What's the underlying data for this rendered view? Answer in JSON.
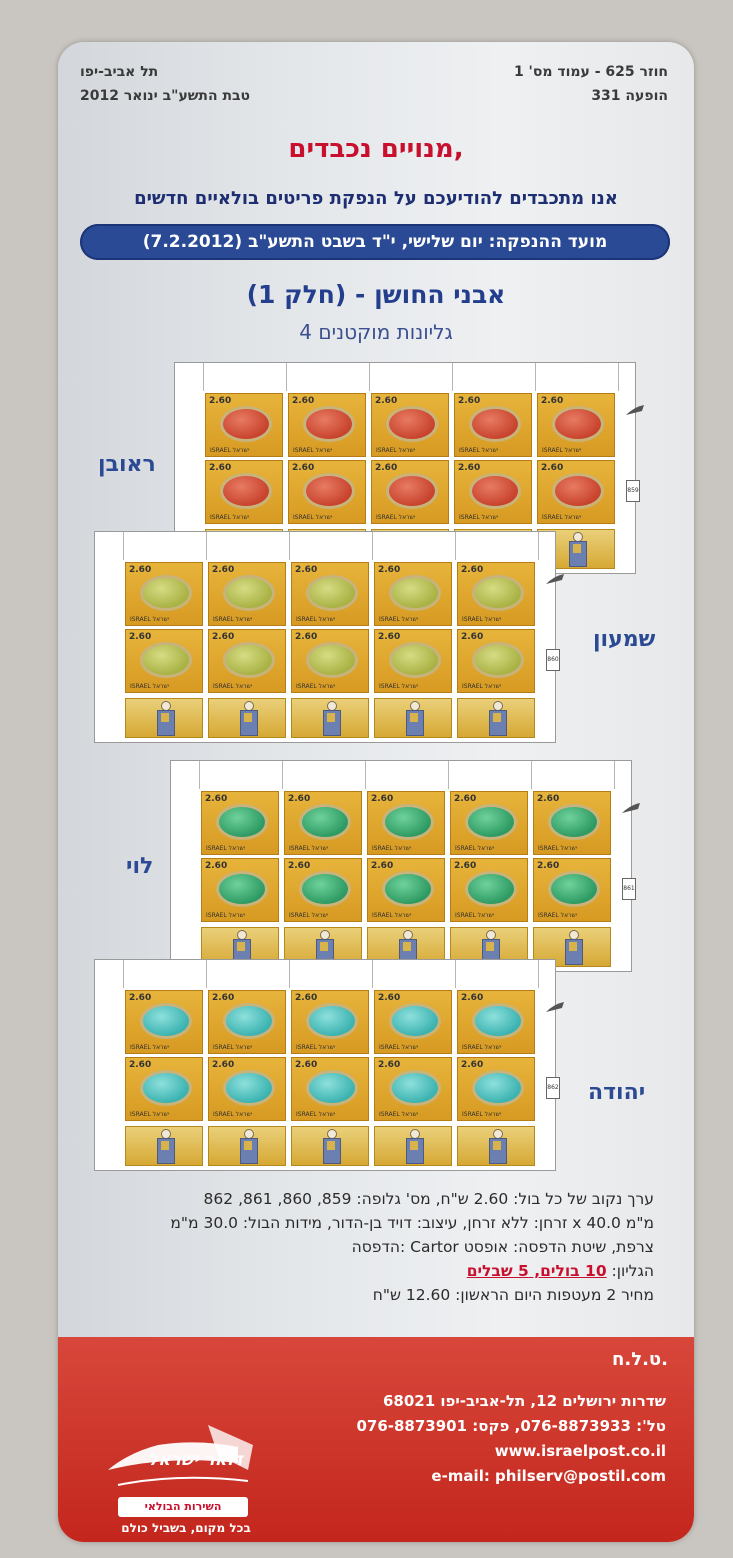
{
  "header": {
    "right_line1": "חוזר 625 - עמוד מס' 1",
    "right_line2": "הופעה 331",
    "left_line1": "תל אביב-יפו",
    "left_line2": "טבת התשע\"ב ינואר 2012"
  },
  "greeting": "מנויים נכבדים,",
  "intro": "אנו מתכבדים להודיעכם על הנפקת פריטים בולאיים חדשים",
  "issue_date": "מועד ההנפקה: יום שלישי, י\"ד בשבט התשע\"ב (7.2.2012)",
  "title": "אבני החושן - (חלק 1)",
  "subtitle": "4 גליונות מוקטנים",
  "stamp": {
    "value": "2.60",
    "country": "ISRAEL ישראל"
  },
  "sheets": [
    {
      "tribe": "ראובן",
      "gem_color": "#c8432d",
      "gem_highlight": "#e87b63",
      "sheet_number": "859"
    },
    {
      "tribe": "שמעון",
      "gem_color": "#a9b244",
      "gem_highlight": "#d6dc84",
      "sheet_number": "860"
    },
    {
      "tribe": "לוי",
      "gem_color": "#2e9a63",
      "gem_highlight": "#6fd29b",
      "sheet_number": "861"
    },
    {
      "tribe": "יהודה",
      "gem_color": "#3cb3b1",
      "gem_highlight": "#8ee0dc",
      "sheet_number": "862"
    }
  ],
  "details": {
    "line1": "ערך נקוב של כל בול: 2.60 ש\"ח, מס' גלופה: 859, 860, 861, 862",
    "line2": "זרחן: ללא זרחן, עיצוב: דויד בן-הדור, מידות הבול: 30.0 מ\"מ x 40.0 מ\"מ",
    "line3": "הדפסה: Cartor צרפת, שיטת הדפסה: אופסט",
    "line4_prefix": "הגליון: ",
    "line4_value": "10 בולים, 5 שבלים",
    "line5": "מחיר 2 מעטפות היום הראשון: 12.60 ש\"ח"
  },
  "footer": {
    "thanks": "ט.ל.ח.",
    "address": "שדרות ירושלים 12, תל-אביב-יפו 68021",
    "phone": "טל': 076-8873933, פקס: 076-8873901",
    "website": "www.israelpost.co.il",
    "email": "e-mail: philserv@postil.com",
    "logo_name": "דואר ישראל",
    "logo_service": "השירות הבולאי",
    "logo_slogan": "בכל מקום, בשביל כולם"
  },
  "colors": {
    "accent_red": "#c8102e",
    "navy": "#1d2f72",
    "stamp_gold": "#d79a22"
  }
}
